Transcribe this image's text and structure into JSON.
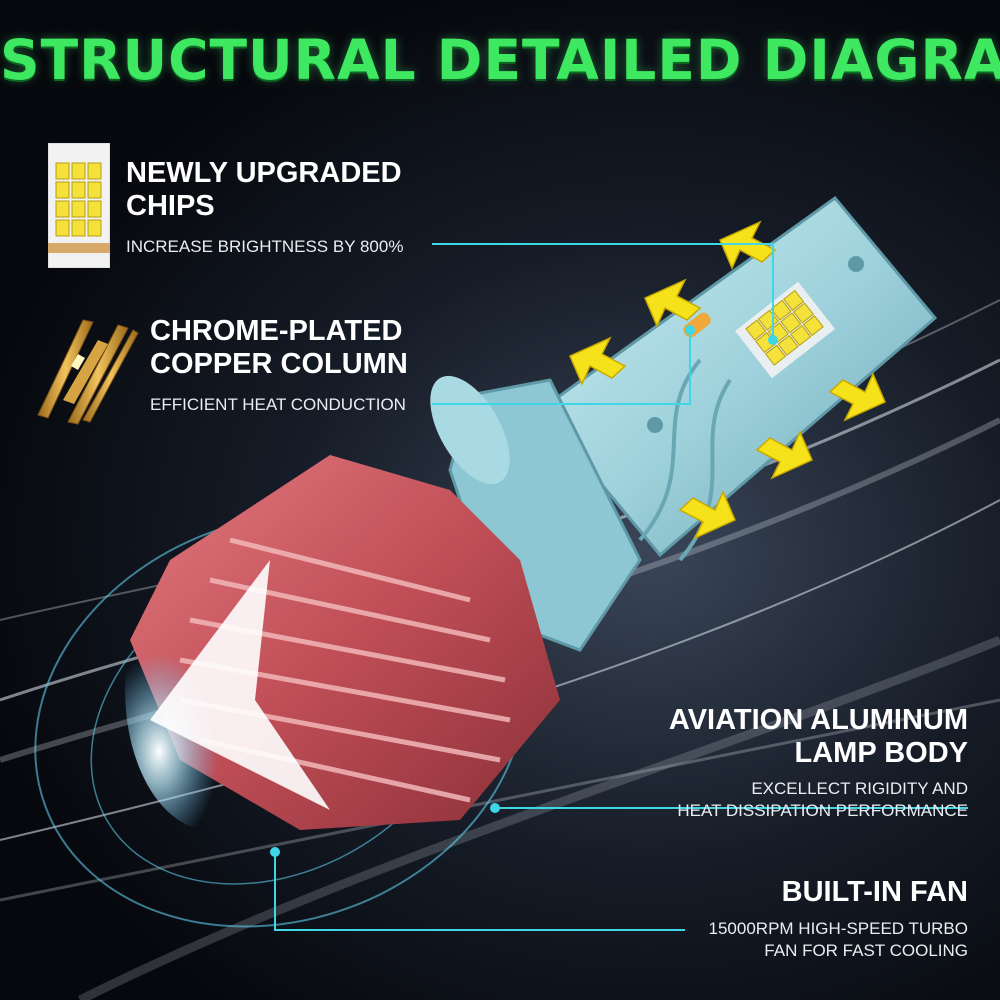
{
  "title": "STRUCTURAL DETAILED DIAGRAM",
  "features": [
    {
      "heading_line1": "NEWLY UPGRADED",
      "heading_line2": "CHIPS",
      "desc_line1": "INCREASE BRIGHTNESS BY 800%",
      "desc_line2": "",
      "icon": "led-chip-icon"
    },
    {
      "heading_line1": "CHROME-PLATED",
      "heading_line2": "COPPER COLUMN",
      "desc_line1": "EFFICIENT HEAT CONDUCTION",
      "desc_line2": "",
      "icon": "copper-column-icon"
    },
    {
      "heading_line1": "AVIATION ALUMINUM",
      "heading_line2": "LAMP BODY",
      "desc_line1": "EXCELLECT RIGIDITY AND",
      "desc_line2": "HEAT DISSIPATION PERFORMANCE"
    },
    {
      "heading_line1": "BUILT-IN FAN",
      "heading_line2": "",
      "desc_line1": "15000RPM HIGH-SPEED TURBO",
      "desc_line2": "FAN FOR FAST COOLING"
    }
  ],
  "colors": {
    "title_green": "#3ee860",
    "callout_line": "#3fd6e6",
    "arrow_yellow": "#f6e21a",
    "heatsink_red": "#c2545c",
    "body_blue": "#9fd2dc"
  }
}
